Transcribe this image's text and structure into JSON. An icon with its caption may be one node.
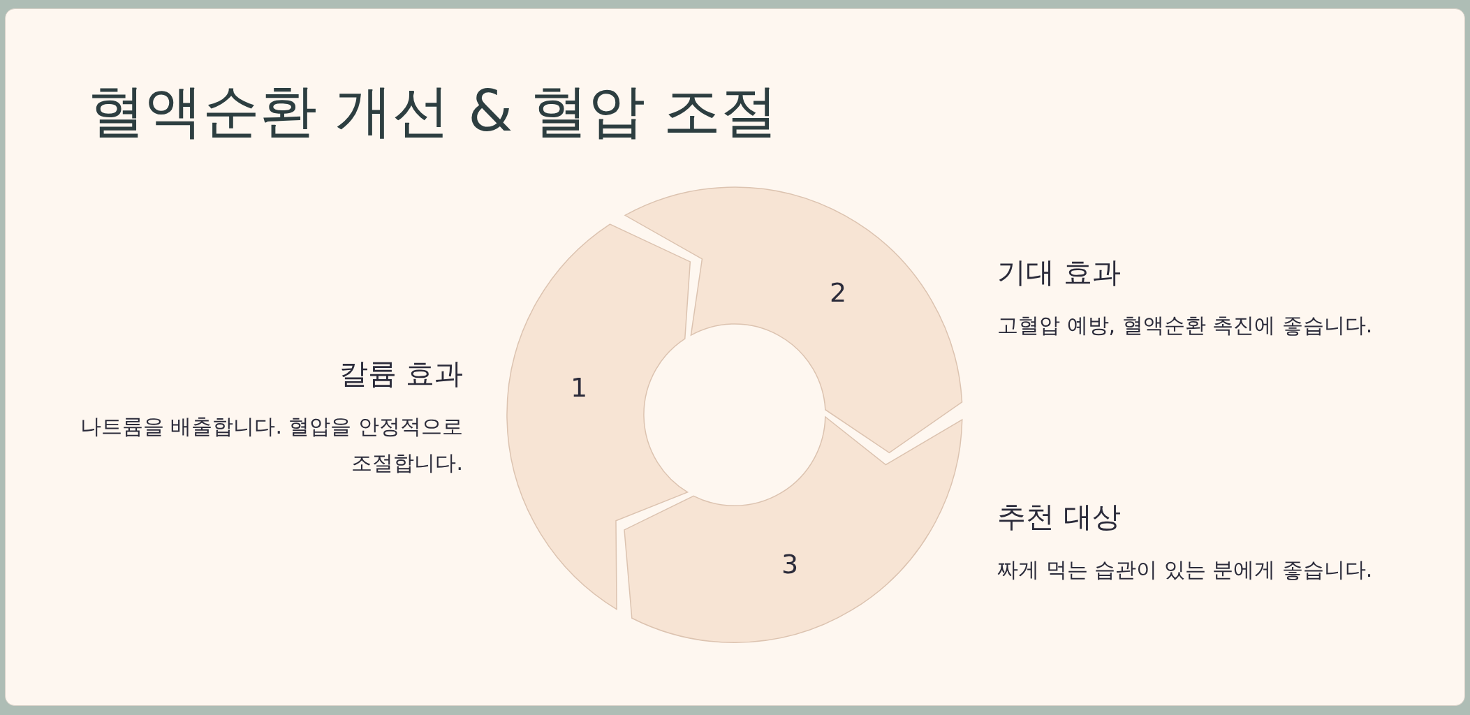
{
  "diagram": {
    "title": "혈액순환 개선 & 혈압 조절",
    "nodes": [
      {
        "text": [
          "1"
        ],
        "beside": [
          "칼륨 효과",
          "나트륨을 배출합니다. 혈압을 안정적으로 조절합니다."
        ]
      },
      {
        "text": [
          "2"
        ],
        "beside": [
          "기대 효과",
          "고혈압 예방, 혈액순환 촉진에 좋습니다."
        ]
      },
      {
        "text": [
          "3"
        ],
        "beside": [
          "추천 대상",
          "짜게 먹는 습관이 있는 분에게 좋습니다."
        ]
      }
    ]
  }
}
